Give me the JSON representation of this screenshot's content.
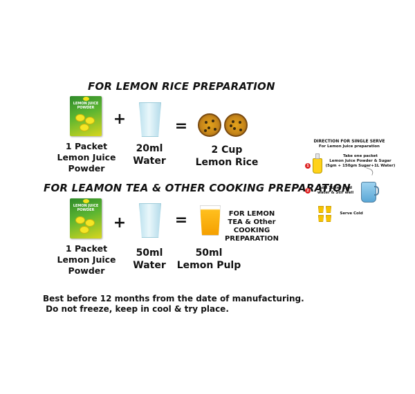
{
  "rice_section": {
    "title": "FOR LEMON RICE PREPARATION",
    "plus": "+",
    "equals": "=",
    "packet_label": [
      "1 Packet",
      "Lemon Juice",
      "Powder"
    ],
    "water_label": [
      "20ml",
      "Water"
    ],
    "result_label": [
      "2 Cup",
      "Lemon Rice"
    ]
  },
  "tea_section": {
    "title": "FOR LEAMON TEA & OTHER COOKING PREPARATION",
    "plus": "+",
    "equals": "=",
    "packet_label": [
      "1 Packet",
      "Lemon Juice",
      "Powder"
    ],
    "water_label": [
      "50ml",
      "Water"
    ],
    "result_label": [
      "50ml",
      "Lemon Pulp"
    ],
    "side_note": [
      "FOR LEMON",
      "TEA & Other",
      "COOKING",
      "PREPARATION"
    ]
  },
  "packet_art": {
    "brand_line1": "LEMON JUICE",
    "brand_line2": "POWDER"
  },
  "footer": {
    "line1": "Best before 12 months from the date of manufacturing.",
    "line2": " Do not freeze, keep in cool & try place."
  },
  "directions": {
    "title": "DIRECTION FOR SINGLE SERVE",
    "subtitle": "For Lemon Juice preparation",
    "step1_num": "1",
    "step1_text": [
      "Take one packet",
      "Lemon Juice Powder & Sugar",
      "(5gm + 150gm Sugar+1L Water)"
    ],
    "step2_num": "2",
    "step2_text": [
      "Add 1Liter Cold",
      "water & Stir well"
    ],
    "step3_text": "Serve Cold"
  },
  "colors": {
    "packet_green": "#2f8a2a",
    "lemon_yellow": "#f5e625",
    "juice_orange": "#f5a000",
    "step_red": "#dd2222"
  }
}
